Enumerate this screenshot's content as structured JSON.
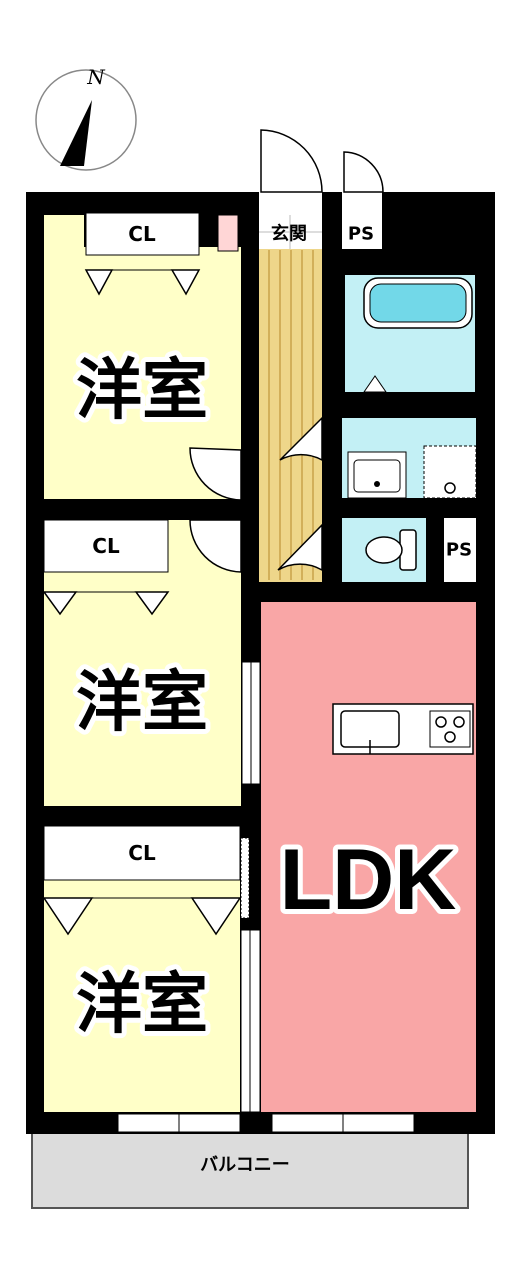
{
  "compass": {
    "north_label": "N"
  },
  "rooms": {
    "western_room_top": {
      "name": "洋室",
      "closet": "CL",
      "color": "#ffffc8"
    },
    "western_room_middle": {
      "name": "洋室",
      "closet": "CL",
      "color": "#ffffc8"
    },
    "western_room_bottom": {
      "name": "洋室",
      "closet": "CL",
      "color": "#ffffc8"
    },
    "ldk": {
      "name": "LDK",
      "color": "#f9a6a6"
    },
    "entrance": {
      "name": "玄関"
    },
    "hallway": {
      "color": "#eed68a"
    },
    "wet_area": {
      "color": "#c3f0f5"
    }
  },
  "pipe_spaces": {
    "top": "PS",
    "side": "PS"
  },
  "balcony": {
    "name": "バルコニー",
    "color": "#dcdcdc"
  },
  "colors": {
    "wall": "#000000",
    "tub_water": "#72d8e8"
  }
}
